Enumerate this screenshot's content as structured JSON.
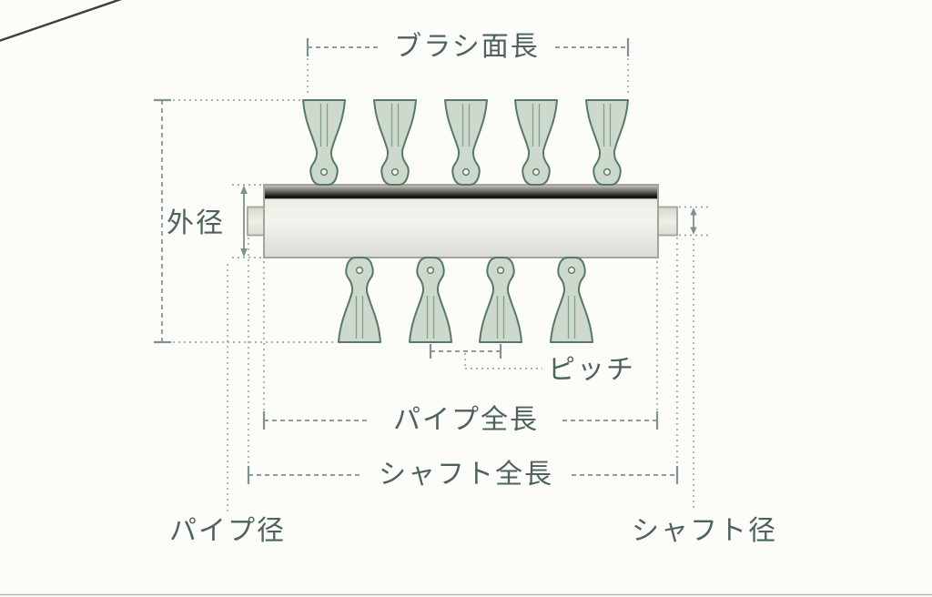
{
  "diagram": {
    "type": "technical-dimension-diagram",
    "subject": "brush roller (channel brush on pipe shaft)",
    "labels": {
      "brush_face_length": "ブラシ面長",
      "outer_diameter": "外径",
      "pitch": "ピッチ",
      "pipe_total_length": "パイプ全長",
      "shaft_total_length": "シャフト全長",
      "pipe_diameter": "パイプ径",
      "shaft_diameter": "シャフト径"
    },
    "structure": {
      "top_brush_tufts": 5,
      "bottom_brush_tufts": 4
    },
    "colors": {
      "background": "#fcfcf8",
      "label_text": "#4b635b",
      "dimension_line": "#7d928a",
      "brush_fill": "#cdd9cc",
      "brush_outline": "#557969",
      "pipe_fill": "#eff0e9",
      "pipe_outline": "#a3a49b"
    }
  }
}
